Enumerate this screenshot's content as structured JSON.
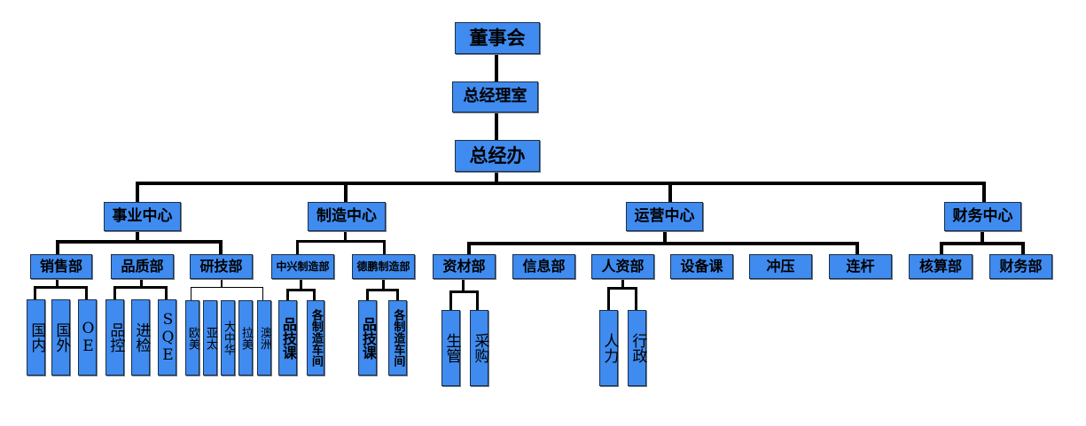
{
  "org_chart": {
    "root": {
      "label": "董事会"
    },
    "gm_room": {
      "label": "总经理室"
    },
    "gm_office": {
      "label": "总经办"
    },
    "centers": [
      {
        "label": "事业中心",
        "departments": [
          {
            "label": "销售部",
            "units": [
              "国内",
              "国外",
              "OE"
            ]
          },
          {
            "label": "品质部",
            "units": [
              "品控",
              "进检",
              "SQE"
            ]
          },
          {
            "label": "研技部",
            "units": [
              "欧美",
              "亚太",
              "大中华",
              "拉美",
              "澳洲"
            ]
          }
        ]
      },
      {
        "label": "制造中心",
        "departments": [
          {
            "label": "中兴制造部",
            "units": [
              "品技课",
              "各制造车间"
            ]
          },
          {
            "label": "德鹏制造部",
            "units": [
              "品技课",
              "各制造车间"
            ]
          }
        ]
      },
      {
        "label": "运营中心",
        "departments": [
          {
            "label": "资材部",
            "units": [
              "生管",
              "采购"
            ]
          },
          {
            "label": "信息部",
            "units": []
          },
          {
            "label": "人资部",
            "units": [
              "人力",
              "行政"
            ]
          },
          {
            "label": "设备课",
            "units": []
          },
          {
            "label": "冲压",
            "units": []
          },
          {
            "label": "连杆",
            "units": []
          }
        ]
      },
      {
        "label": "财务中心",
        "departments": [
          {
            "label": "核算部",
            "units": []
          },
          {
            "label": "财务部",
            "units": []
          }
        ]
      }
    ],
    "colors": {
      "box_fill": "#3f8bef",
      "box_border": "#1d2f45",
      "line": "#000000"
    }
  }
}
